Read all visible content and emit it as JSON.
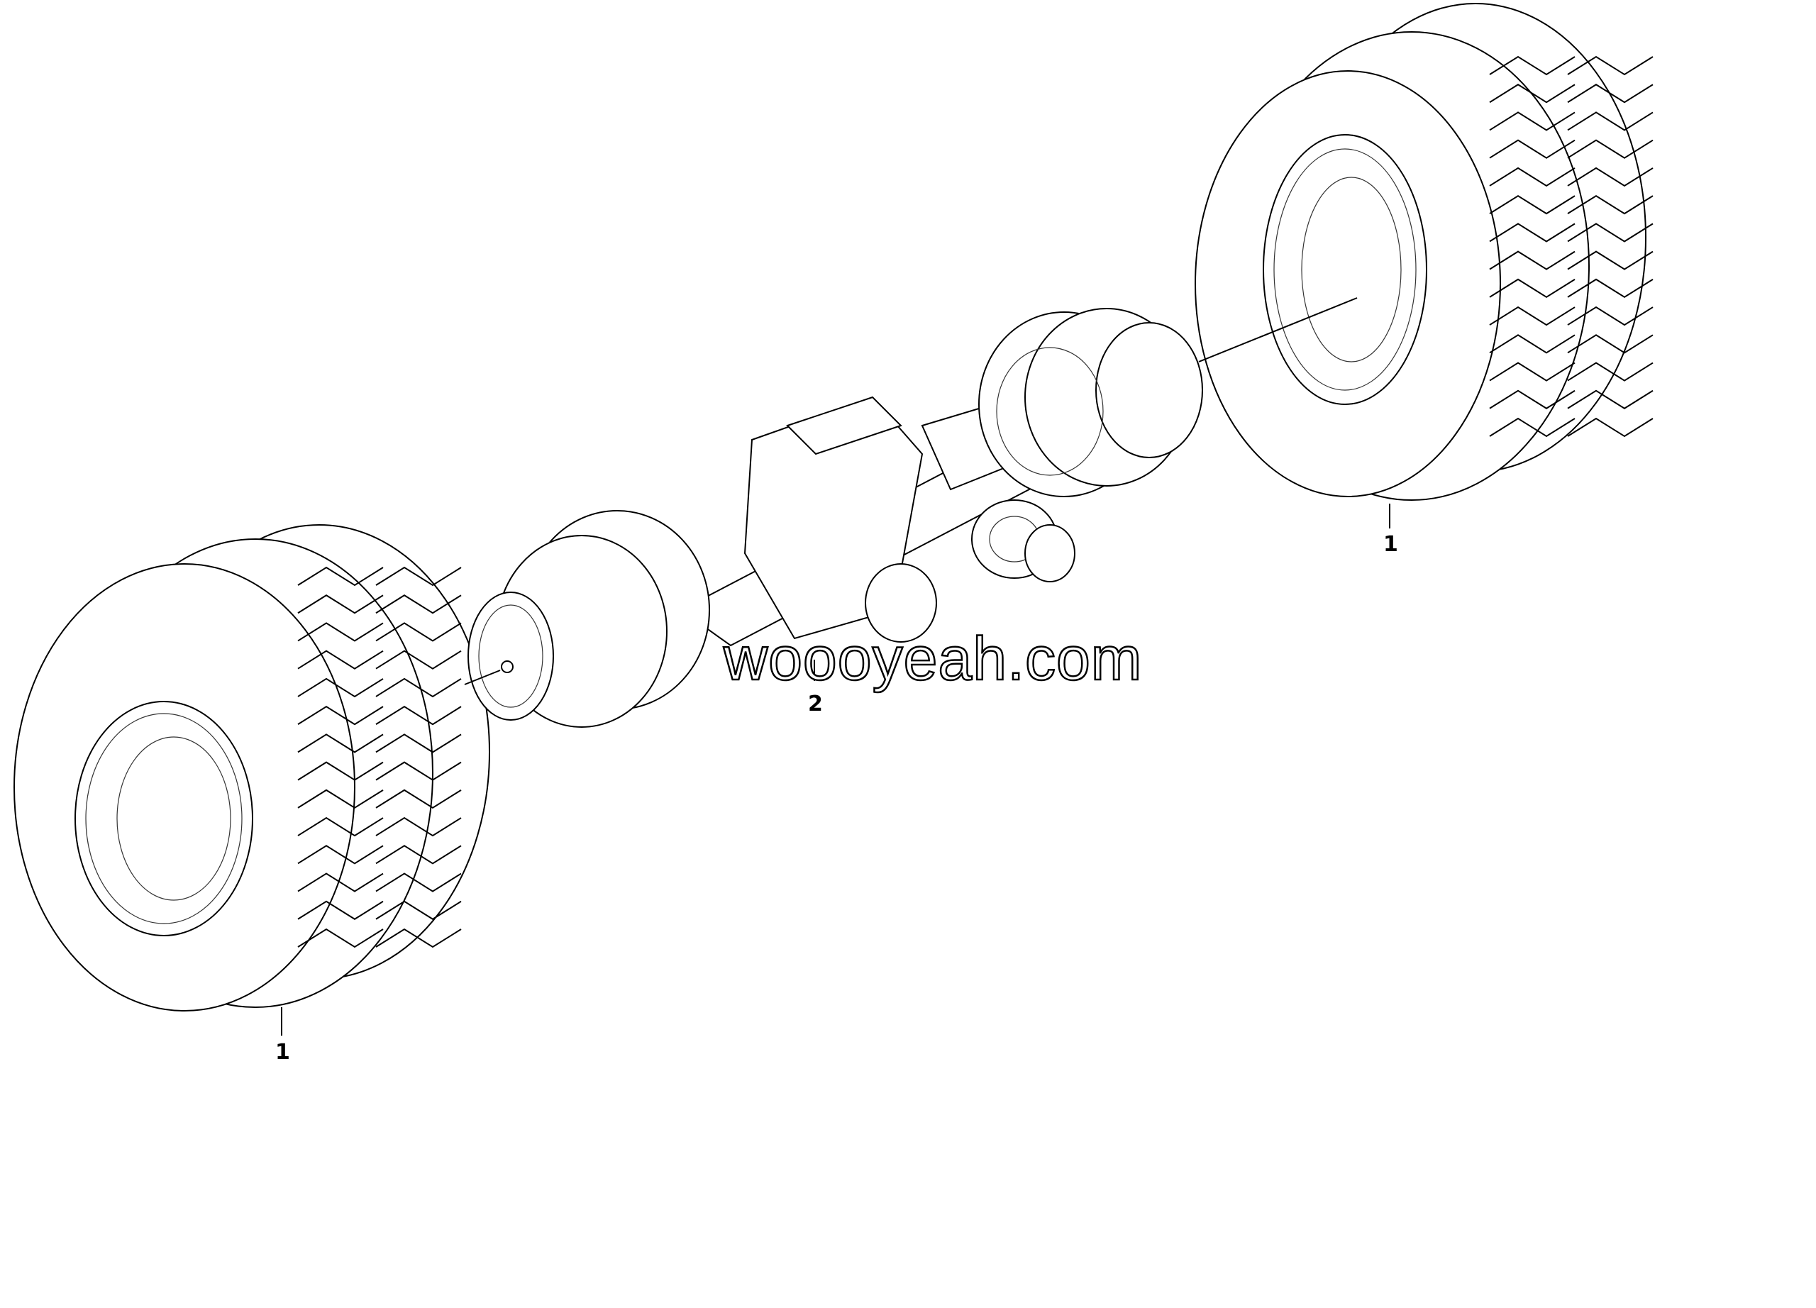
{
  "diagram": {
    "callouts": [
      {
        "id": "right-tire",
        "label": "1"
      },
      {
        "id": "left-tire",
        "label": "1"
      },
      {
        "id": "axle-assembly",
        "label": "2"
      }
    ],
    "watermark": "woooyeah.com"
  }
}
